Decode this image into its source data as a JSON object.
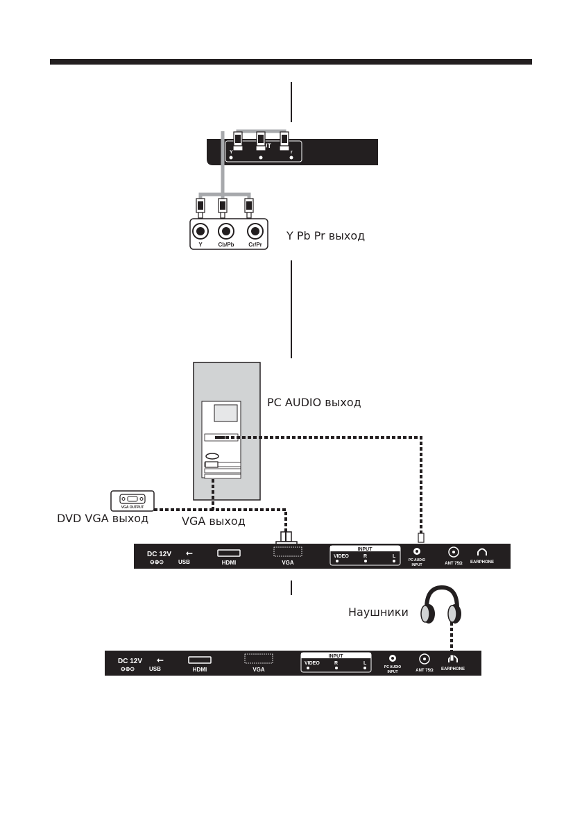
{
  "labels": {
    "ypbpr_out": "Y Pb Pr выход",
    "pc_audio_out": "PC AUDIO выход",
    "dvd_vga_out": "DVD VGA выход",
    "vga_out": "VGA выход",
    "headphones": "Наушники"
  },
  "dvd_panel": {
    "out_title": "UT",
    "jack_y": "Y",
    "jack_pb": "Cb/Pb",
    "jack_pr": "Cr/Pr",
    "sub_y": "Y",
    "sub_r": "r"
  },
  "vga_output_box": "VGA OUTPUT",
  "tv_panel": {
    "dc": "DC 12V",
    "usb": "USB",
    "hdmi": "HDMI",
    "vga": "VGA",
    "input": "INPUT",
    "video": "VIDEO",
    "r": "R",
    "l": "L",
    "pc_audio": "PC AUDIO",
    "input2": "INPUT",
    "ant": "ANT 75Ω",
    "earphone": "EARPHONE"
  },
  "colors": {
    "panel": "#231f20",
    "cable": "#a7a9ac",
    "pc_case": "#d1d3d4"
  }
}
